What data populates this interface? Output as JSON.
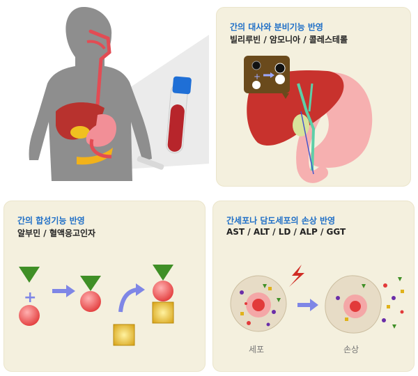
{
  "panels": {
    "metabolism": {
      "title": "간의 대사와 분비기능 반영",
      "subtitle": "빌리루빈 / 암모니아 / 콜레스테롤"
    },
    "synthesis": {
      "title": "간의 합성기능 반영",
      "subtitle": "알부민 / 혈액응고인자"
    },
    "damage": {
      "title": "간세포나 담도세포의 손상 반영",
      "subtitle": "AST / ALT / LD / ALP / GGT",
      "cell_label": "세포",
      "damaged_label": "손상"
    }
  },
  "colors": {
    "panel_bg": "#f4f0de",
    "title_blue": "#1f6fc7",
    "liver_red": "#c8322d",
    "stomach_pink": "#f3a9a9",
    "body_gray": "#8f8f8f",
    "triangle_green": "#3f8f26",
    "circle_red": "#e84545",
    "square_yellow": "#e0b21a",
    "arrow_blue": "#7e86e6"
  },
  "icons": [
    "human-body-icon",
    "test-tube-icon",
    "liver-icon",
    "stomach-icon",
    "molecule-icon",
    "lightning-icon",
    "cell-icon"
  ]
}
